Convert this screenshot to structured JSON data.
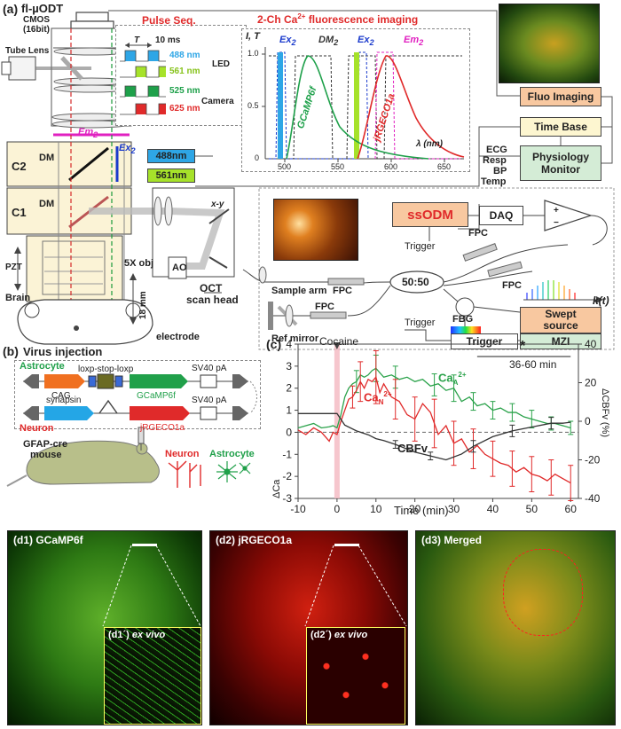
{
  "panel_a": {
    "label": "(a)",
    "system_name": "fl-µODT",
    "camera": "CMOS",
    "camera_bits": "(16bit)",
    "tube_lens": "Tube Lens",
    "pulse_title": "Pulse Seq.",
    "pulse_T": "T",
    "pulse_ms": "10 ms",
    "pulse_channels": [
      "488 nm",
      "561 nm",
      "525 nm",
      "625 nm"
    ],
    "led_label": "LED",
    "camera_label": "Camera",
    "em2": "Em",
    "ex2": "Ex",
    "dm2": "DM",
    "subscript2": "2",
    "c2": "C2",
    "c1": "C1",
    "dm": "DM",
    "laser_488": "488nm",
    "laser_561": "561nm",
    "pzt": "PZT",
    "objective": "5X obj",
    "ao": "AO",
    "xy": "x-y",
    "scan_head_1": "OCT",
    "scan_head_2": "scan head",
    "depth": "18 mm",
    "brain": "Brain",
    "electrode": "electrode",
    "fluo_title": "2-Ch Ca",
    "fluo_title_end": " fluorescence imaging",
    "fluo_axis_y": "I, T",
    "fluo_axis_x": "λ (nm)",
    "fluo_ticks_x": [
      "500",
      "550",
      "600",
      "650"
    ],
    "fluo_ticks_y": [
      "1.0",
      "0.5",
      "0"
    ],
    "gcamp": "GCaMP6f",
    "jrgeco": "jRGECO1a",
    "fluo_imaging": "Fluo Imaging",
    "time_base": "Time Base",
    "physio_1": "Physiology",
    "physio_2": "Monitor",
    "physio_inputs": [
      "ECG",
      "Resp",
      "BP",
      "Temp"
    ],
    "ssodm": "ssODM",
    "daq": "DAQ",
    "trigger": "Trigger",
    "fpc": "FPC",
    "coupler": "50:50",
    "sample_arm": "Sample arm",
    "ref_mirror": "Ref mirror",
    "fbg": "FBG",
    "swept_1": "Swept",
    "swept_2": "source",
    "mzi": "MZI",
    "kt": "k(t)",
    "plus": "+",
    "minus": "−"
  },
  "panel_b": {
    "label": "(b)",
    "title": "Virus injection",
    "astrocyte": "Astrocyte",
    "neuron": "Neuron",
    "lsl": "loxp-stop-loxp",
    "sv40": "SV40 pA",
    "cag": "CAG",
    "synapsin": "synapsin",
    "gcamp": "GCaMP6f",
    "jrgeco": "jRGECO1a",
    "mouse_1": "GFAP-cre",
    "mouse_2": "mouse",
    "neuron_icon": "Neuron",
    "astro_icon": "Astrocyte"
  },
  "panel_c": {
    "label": "(c)",
    "cocaine": "Cocaine",
    "star": "*",
    "window": "36-60 min",
    "ca_a": "Ca",
    "ca_n": "Ca",
    "cbfv": "CBFv",
    "sub_a": "A",
    "sub_n": "N",
    "sup": "2+",
    "ylabel_left": "ΔCa",
    "ylabel_right": "ΔCBFv (%)",
    "xlabel": "Time (min)"
  },
  "panel_d": {
    "d1": "(d1) GCaMP6f",
    "d2": "(d2) jRGECO1a",
    "d3": "(d3) Merged",
    "d1i": "(d1´)",
    "d2i": "(d2´)",
    "exvivo": "ex vivo"
  },
  "chart_data": {
    "type": "line",
    "xlabel": "Time (min)",
    "xlim": [
      -10,
      62
    ],
    "xticks": [
      -10,
      0,
      10,
      20,
      30,
      40,
      50,
      60
    ],
    "ylim_left": [
      -3,
      4
    ],
    "yticks_left": [
      -3,
      -2,
      -1,
      0,
      1,
      2,
      3,
      4
    ],
    "ylim_right": [
      -40,
      40
    ],
    "yticks_right": [
      -40,
      -20,
      0,
      20,
      40
    ],
    "series": [
      {
        "color": "#2aa24a",
        "axis": "left",
        "x": [
          -10,
          -8,
          -6,
          -4,
          -2,
          -1,
          0,
          1,
          2,
          3,
          4,
          5,
          6,
          7,
          8,
          9,
          10,
          12,
          14,
          16,
          18,
          20,
          22,
          24,
          26,
          28,
          30,
          32,
          34,
          36,
          38,
          40,
          42,
          44,
          46,
          48,
          50,
          52,
          54,
          56,
          58,
          60
        ],
        "y": [
          0.2,
          0.3,
          0.4,
          0.2,
          0.25,
          0.3,
          0.2,
          0.8,
          1.6,
          2.0,
          2.2,
          2.3,
          2.6,
          2.5,
          2.6,
          2.8,
          2.9,
          2.5,
          2.6,
          2.4,
          2.5,
          2.3,
          2.4,
          2.1,
          2.2,
          1.9,
          2.0,
          1.4,
          1.6,
          1.2,
          1.3,
          1.0,
          1.1,
          0.9,
          0.9,
          0.7,
          0.6,
          0.5,
          0.4,
          0.4,
          0.3,
          0.2
        ],
        "err_x": [
          5,
          10,
          15,
          25,
          30,
          35,
          40,
          45,
          50,
          55,
          60
        ],
        "err": [
          0.5,
          0.6,
          0.5,
          0.5,
          0.6,
          0.4,
          0.4,
          0.4,
          0.4,
          0.3,
          0.3
        ]
      },
      {
        "color": "#e02a2a",
        "axis": "left",
        "x": [
          -10,
          -8,
          -6,
          -4,
          -2,
          -1,
          0,
          1,
          2,
          3,
          4,
          5,
          6,
          7,
          8,
          9,
          10,
          11,
          12,
          14,
          16,
          18,
          20,
          22,
          24,
          26,
          28,
          30,
          32,
          34,
          36,
          38,
          40,
          42,
          44,
          46,
          48,
          50,
          52,
          54,
          56,
          58,
          60
        ],
        "y": [
          0.1,
          -0.1,
          0.2,
          0.0,
          -0.4,
          0.0,
          -0.1,
          0.5,
          1.0,
          1.5,
          1.6,
          1.9,
          2.3,
          2.0,
          2.4,
          2.3,
          2.5,
          1.8,
          2.2,
          1.6,
          1.4,
          0.8,
          0.6,
          1.3,
          0.9,
          -0.1,
          0.3,
          -0.5,
          -0.3,
          -0.9,
          -0.6,
          -1.0,
          -1.2,
          -1.4,
          -1.5,
          -1.8,
          -1.6,
          -1.9,
          -2.0,
          -2.2,
          -1.9,
          -2.1,
          -2.3
        ],
        "err_x": [
          4,
          6,
          10,
          15,
          20,
          25,
          30,
          35,
          40,
          45,
          50,
          55,
          60
        ],
        "err": [
          0.5,
          0.9,
          1.2,
          0.9,
          1.0,
          1.1,
          1.0,
          0.9,
          0.8,
          0.8,
          0.8,
          0.8,
          0.8
        ]
      },
      {
        "color": "#333333",
        "axis": "right",
        "x": [
          -10,
          -5,
          0,
          2,
          5,
          8,
          10,
          12,
          15,
          20,
          24,
          28,
          32,
          35,
          40,
          45,
          50,
          55,
          58,
          60
        ],
        "y": [
          4,
          4,
          4,
          -2,
          -5,
          -7,
          -9,
          -10,
          -12,
          -16,
          -18,
          -20,
          -17,
          -13,
          -8,
          -5,
          -3,
          -1,
          -1,
          -0.5
        ],
        "err_x": [
          15,
          24,
          35,
          45,
          55
        ],
        "err": [
          2,
          2,
          3,
          3,
          3
        ]
      }
    ],
    "threshold_x": 0
  }
}
